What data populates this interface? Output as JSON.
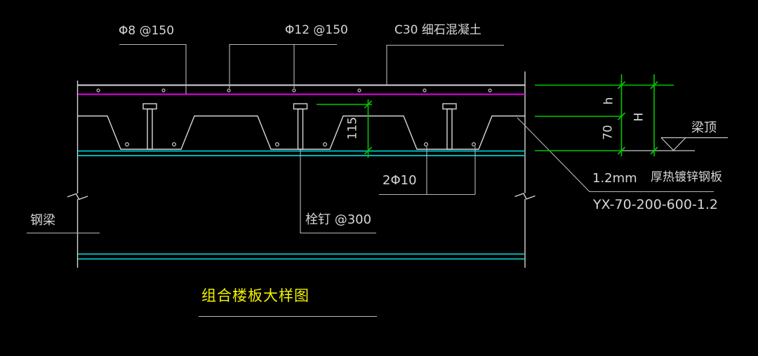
{
  "drawing": {
    "title": "组合楼板大样图",
    "callouts": {
      "top_rebar": "Φ8 @150",
      "bottom_rebar": "Φ12 @150",
      "concrete": "C30 细石混凝土",
      "rib_bars": "2Φ10",
      "studs": "栓钉 @300",
      "steel_beam": "钢梁",
      "deck_thickness": "1.2mm",
      "deck_material": "厚热镀锌钢板",
      "deck_model": "YX-70-200-600-1.2",
      "beam_top_level": "梁顶"
    },
    "dimensions": {
      "stud_height": "115",
      "topping_height": "h",
      "deck_rib_height": "70",
      "total_slab_height": "H"
    },
    "colors": {
      "background": "#000000",
      "linework": "#d6d6d6",
      "mesh_layer": "#e800e8",
      "beam_flange_layer": "#00cccc",
      "dimension_layer": "#00c800",
      "title_text": "#f2f200"
    }
  }
}
